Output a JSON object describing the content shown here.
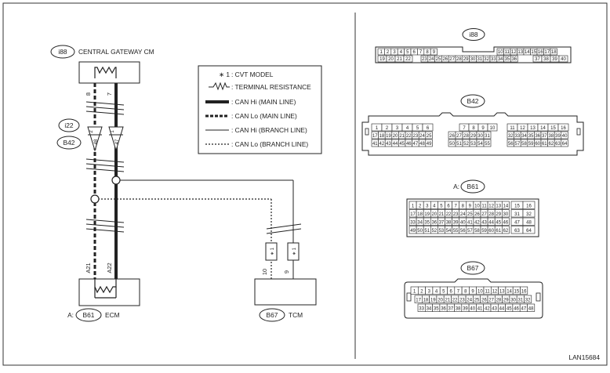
{
  "schematic": {
    "gateway": {
      "code": "i88",
      "name": "CENTRAL GATEWAY CM",
      "pin_left": "8",
      "pin_right": "7"
    },
    "jc1": {
      "code": "i22",
      "pin_left": "2",
      "pin_right": "1"
    },
    "jc2": {
      "code": "B42",
      "pin_left": "48",
      "pin_right": "47"
    },
    "ecm": {
      "prefix": "A:",
      "code": "B61",
      "name": "ECM",
      "pin_left": "A21",
      "pin_right": "A22"
    },
    "tcm": {
      "code": "B67",
      "name": "TCM",
      "pin_left": "10",
      "pin_right": "9"
    },
    "star_mark": "∗ 1"
  },
  "legend": {
    "cvt": {
      "symbol": "∗ 1",
      "text": ": CVT MODEL"
    },
    "items": [
      {
        "text": ": TERMINAL RESISTANCE"
      },
      {
        "text": ": CAN Hi (MAIN LINE)"
      },
      {
        "text": ": CAN Lo (MAIN LINE)"
      },
      {
        "text": ": CAN Hi (BRANCH LINE)"
      },
      {
        "text": ": CAN Lo (BRANCH LINE)"
      }
    ]
  },
  "connectors": {
    "i88": {
      "code": "i88",
      "top_left": [
        "1",
        "2",
        "3",
        "4",
        "5",
        "6",
        "7",
        "8",
        "9"
      ],
      "top_right": [
        "10",
        "11",
        "12",
        "13",
        "14",
        "15",
        "16",
        "17",
        "18"
      ],
      "bottom": [
        "19",
        "20",
        "21",
        "22",
        "23",
        "24",
        "25",
        "26",
        "27",
        "28",
        "29",
        "30",
        "31",
        "32",
        "33",
        "34",
        "35",
        "36",
        "37",
        "38",
        "39",
        "40"
      ]
    },
    "b42": {
      "code": "B42",
      "blocks": [
        {
          "rows": [
            [
              "1",
              "2",
              "3",
              "4",
              "5",
              "6"
            ],
            [
              "17",
              "18",
              "19",
              "20",
              "21",
              "22",
              "23",
              "24",
              "25"
            ],
            [
              "41",
              "42",
              "43",
              "44",
              "45",
              "46",
              "47",
              "48",
              "49"
            ]
          ]
        },
        {
          "rows": [
            [
              "7",
              "8",
              "9",
              "10"
            ],
            [
              "26",
              "27",
              "28",
              "29",
              "30",
              "31"
            ],
            [
              "50",
              "51",
              "52",
              "53",
              "54",
              "55"
            ]
          ]
        },
        {
          "rows": [
            [
              "11",
              "12",
              "13",
              "14",
              "15",
              "16"
            ],
            [
              "32",
              "33",
              "34",
              "35",
              "36",
              "37",
              "38",
              "39",
              "40"
            ],
            [
              "56",
              "57",
              "58",
              "59",
              "60",
              "61",
              "62",
              "63",
              "64"
            ]
          ]
        }
      ]
    },
    "b61": {
      "prefix": "A:",
      "code": "B61",
      "rows": [
        [
          "1",
          "2",
          "3",
          "4",
          "5",
          "6",
          "7",
          "8",
          "9",
          "10",
          "11",
          "12",
          "13",
          "14"
        ],
        [
          "17",
          "18",
          "19",
          "20",
          "21",
          "22",
          "23",
          "24",
          "25",
          "26",
          "27",
          "28",
          "29",
          "30"
        ],
        [
          "33",
          "34",
          "35",
          "36",
          "37",
          "38",
          "39",
          "40",
          "41",
          "42",
          "43",
          "44",
          "45",
          "46"
        ],
        [
          "49",
          "50",
          "51",
          "52",
          "53",
          "54",
          "55",
          "56",
          "57",
          "58",
          "59",
          "60",
          "61",
          "62"
        ]
      ],
      "side": [
        [
          "15",
          "16"
        ],
        [
          "31",
          "32"
        ],
        [
          "47",
          "48"
        ],
        [
          "63",
          "64"
        ]
      ]
    },
    "b67": {
      "code": "B67",
      "rows": [
        [
          "1",
          "2",
          "3",
          "4",
          "5",
          "6",
          "7",
          "8",
          "9",
          "10",
          "11",
          "12",
          "13",
          "14",
          "15",
          "16"
        ],
        [
          "17",
          "18",
          "19",
          "20",
          "21",
          "22",
          "23",
          "24",
          "25",
          "26",
          "27",
          "28",
          "29",
          "30",
          "31",
          "32"
        ],
        [
          "33",
          "34",
          "35",
          "36",
          "37",
          "38",
          "39",
          "40",
          "41",
          "42",
          "43",
          "44",
          "45",
          "46",
          "47",
          "48"
        ]
      ]
    }
  },
  "figure_id": "LAN15684"
}
